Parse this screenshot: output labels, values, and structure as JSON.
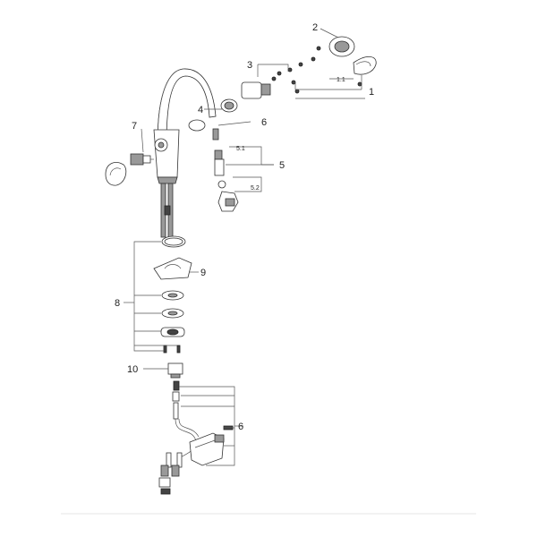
{
  "callouts": {
    "c1": "1",
    "c1_1": "1.1",
    "c2": "2",
    "c3": "3",
    "c4": "4",
    "c5": "5",
    "c5_1": "5.1",
    "c5_2": "5.2",
    "c6_top": "6",
    "c6_bottom": "6",
    "c7": "7",
    "c8": "8",
    "c9": "9",
    "c10": "10"
  }
}
